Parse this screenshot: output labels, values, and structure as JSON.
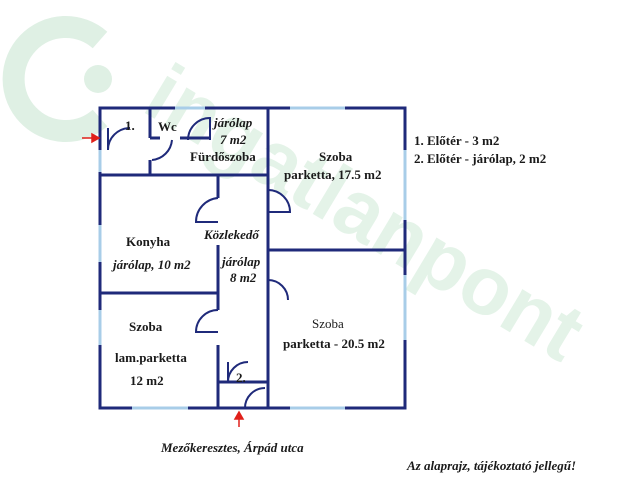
{
  "watermark": {
    "text": "ingatlanpont",
    "color": "#dff0e4"
  },
  "colors": {
    "wall": "#1f2a7a",
    "window": "#a8cde8",
    "arrow": "#e0201a"
  },
  "rooms": {
    "eloter1": {
      "name": "1."
    },
    "wc": {
      "name": "Wc"
    },
    "furdo": {
      "line1": "járólap",
      "line2": "7 m2",
      "line3": "Fürdőszoba"
    },
    "szoba1": {
      "name": "Szoba",
      "floor": "parketta, 17.5 m2"
    },
    "konyha": {
      "name": "Konyha",
      "floor": "járólap, 10 m2"
    },
    "kozl": {
      "name": "Közlekedő",
      "floor1": "járólap",
      "floor2": "8 m2"
    },
    "szoba2": {
      "name": "Szoba",
      "floor": "parketta - 20.5 m2"
    },
    "szoba3": {
      "name": "Szoba",
      "floor": "lam.parketta",
      "area": "12 m2"
    },
    "eloter2": {
      "name": "2."
    }
  },
  "legend": {
    "item1": "1. Előtér - 3 m2",
    "item2": "2. Előtér - járólap, 2 m2"
  },
  "address": "Mezőkeresztes, Árpád utca",
  "disclaimer": "Az alaprajz, tájékoztató jellegű!"
}
